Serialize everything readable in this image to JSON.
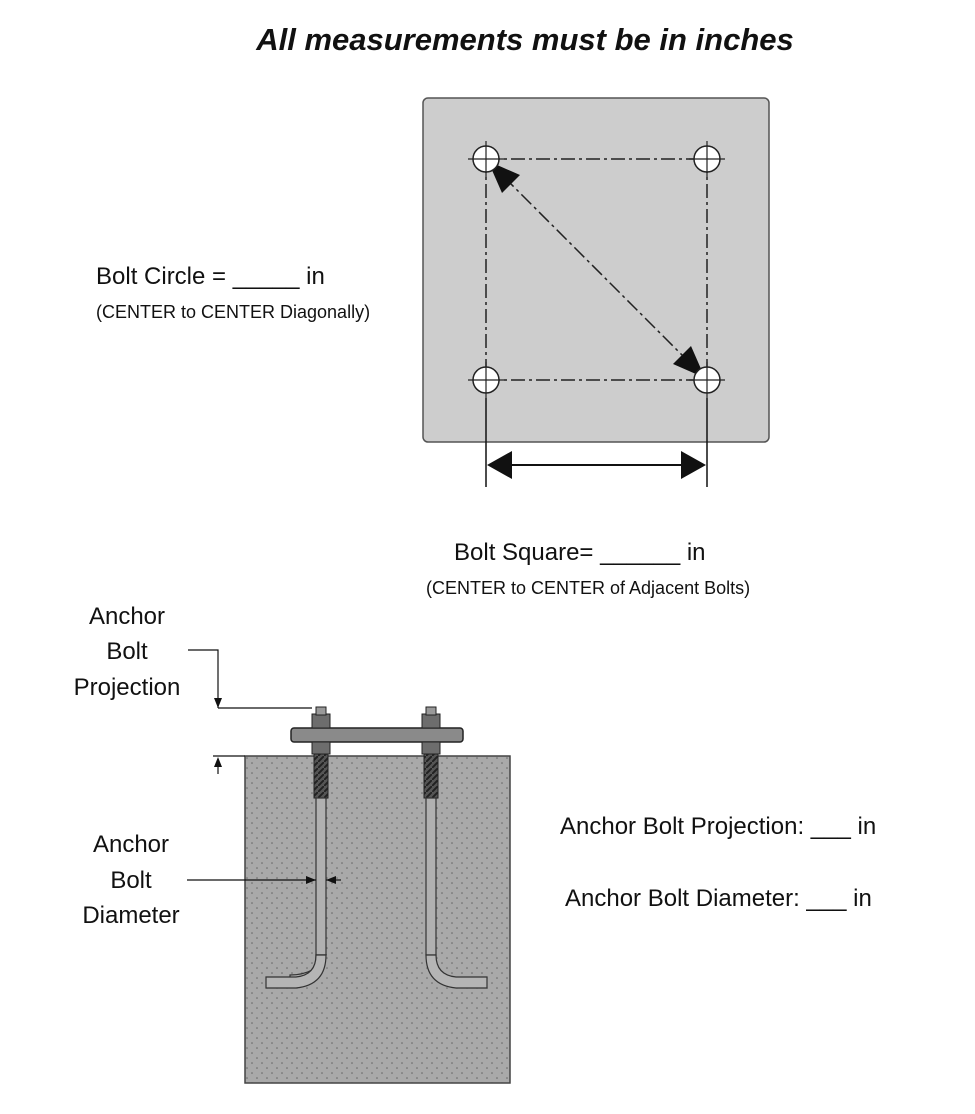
{
  "title": "All measurements must be in inches",
  "bolt_circle": {
    "label": "Bolt Circle = _____ in",
    "note": "(CENTER to CENTER Diagonally)"
  },
  "bolt_square": {
    "label": "Bolt Square= ______ in",
    "note": "(CENTER to CENTER of Adjacent Bolts)"
  },
  "callouts": {
    "projection_lines": [
      "Anchor",
      "Bolt",
      "Projection"
    ],
    "diameter_lines": [
      "Anchor",
      "Bolt",
      "Diameter"
    ]
  },
  "fields": {
    "projection": "Anchor Bolt Projection:  ___ in",
    "diameter": "Anchor Bolt Diameter:  ___ in"
  }
}
